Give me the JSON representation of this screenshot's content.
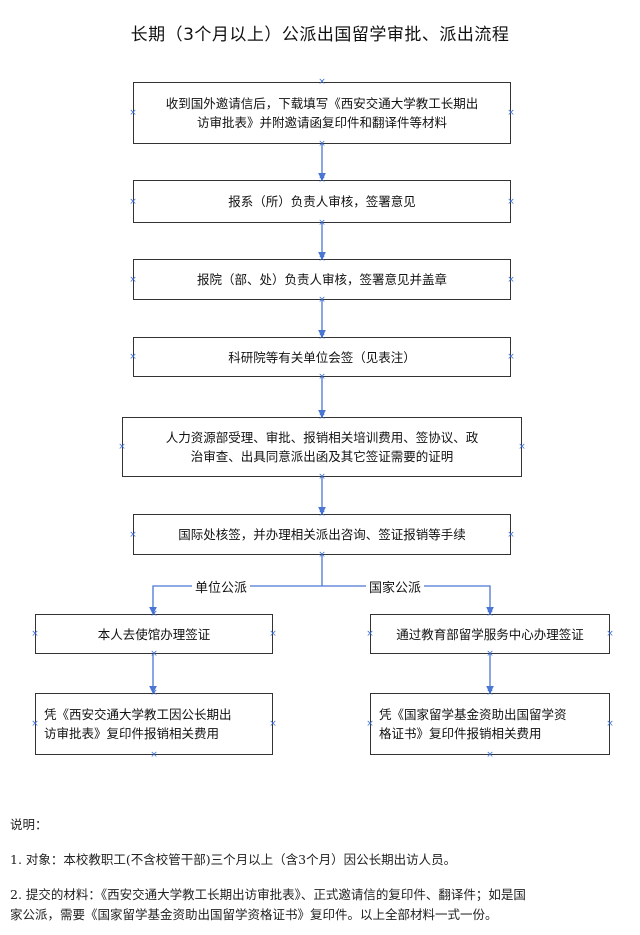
{
  "title": "长期（3个月以上）公派出国留学审批、派出流程",
  "steps": [
    {
      "line1": "收到国外邀请信后，下载填写《西安交通大学教工长期出",
      "line2": "访审批表》并附邀请函复印件和翻译件等材料"
    },
    {
      "line1": "报系（所）负责人审核，签署意见"
    },
    {
      "line1": "报院（部、处）负责人审核，签署意见并盖章"
    },
    {
      "line1": "科研院等有关单位会签（见表注）"
    },
    {
      "line1": "人力资源部受理、审批、报销相关培训费用、签协议、政",
      "line2": "治审查、出具同意派出函及其它签证需要的证明"
    },
    {
      "line1": "国际处核签，并办理相关派出咨询、签证报销等手续"
    }
  ],
  "branches": {
    "left_label": "单位公派",
    "right_label": "国家公派",
    "left_steps": [
      {
        "line1": "本人去使馆办理签证"
      },
      {
        "line1": "凭《西安交通大学教工因公长期出",
        "line2": "访审批表》复印件报销相关费用"
      }
    ],
    "right_steps": [
      {
        "line1": "通过教育部留学服务中心办理签证"
      },
      {
        "line1": "凭《国家留学基金资助出国留学资",
        "line2": "格证书》复印件报销相关费用"
      }
    ]
  },
  "notes": {
    "heading": "说明：",
    "item1": "1. 对象：本校教职工(不含校管干部)三个月以上（含3个月）因公长期出访人员。",
    "item2_line1": "2. 提交的材料：《西安交通大学教工长期出访审批表》、正式邀请信的复印件、翻译件；如是国",
    "item2_line2": "家公派，需要《国家留学基金资助出国留学资格证书》复印件。以上全部材料一式一份。"
  },
  "colors": {
    "connector": "#4a76d4",
    "marker": "#3d6fd6",
    "border": "#333333"
  }
}
